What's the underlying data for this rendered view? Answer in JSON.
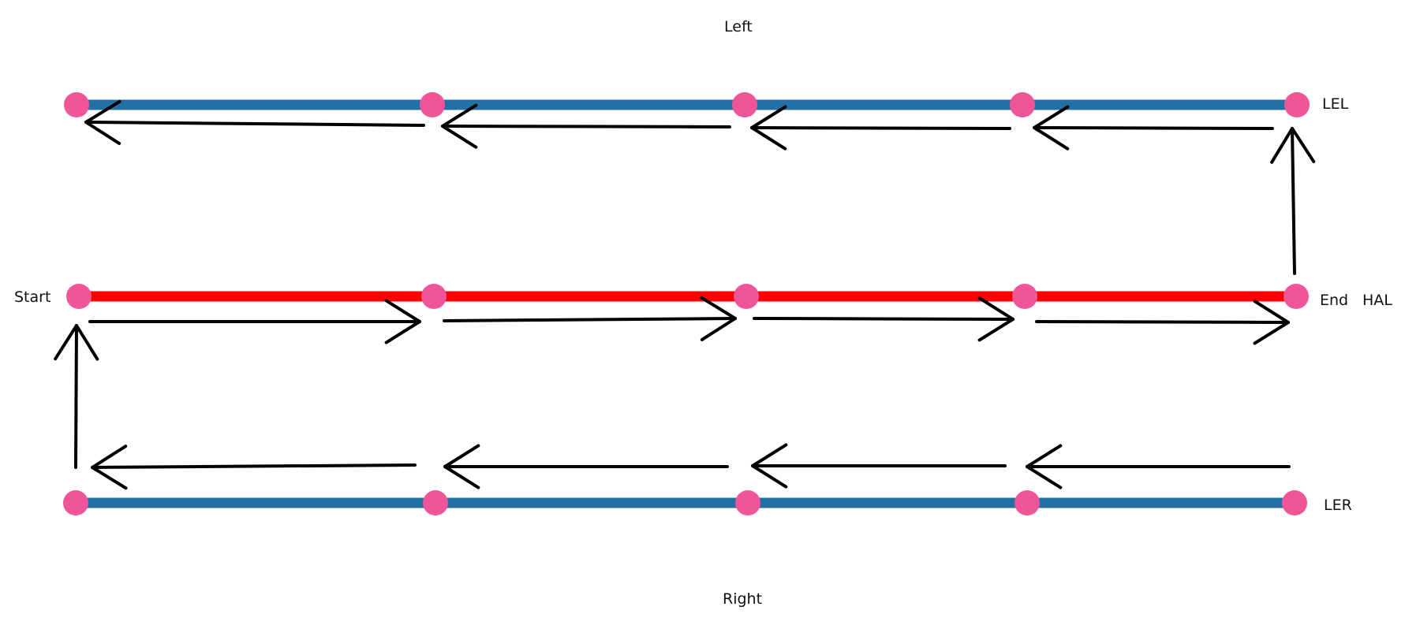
{
  "labels": {
    "top": "Left",
    "bottom": "Right",
    "start": "Start",
    "end": "End",
    "lel": "LEL",
    "hal": "HAL",
    "ler": "LER"
  },
  "colors": {
    "lel_line": "#2370a6",
    "hal_line": "#ff0000",
    "ler_line": "#2370a6",
    "node": "#f0559a",
    "arrow": "#000000",
    "background": "#ffffff"
  },
  "lines": [
    {
      "id": "lel",
      "color_key": "lel_line",
      "node_count": 5
    },
    {
      "id": "hal",
      "color_key": "hal_line",
      "node_count": 5
    },
    {
      "id": "ler",
      "color_key": "ler_line",
      "node_count": 5
    }
  ]
}
